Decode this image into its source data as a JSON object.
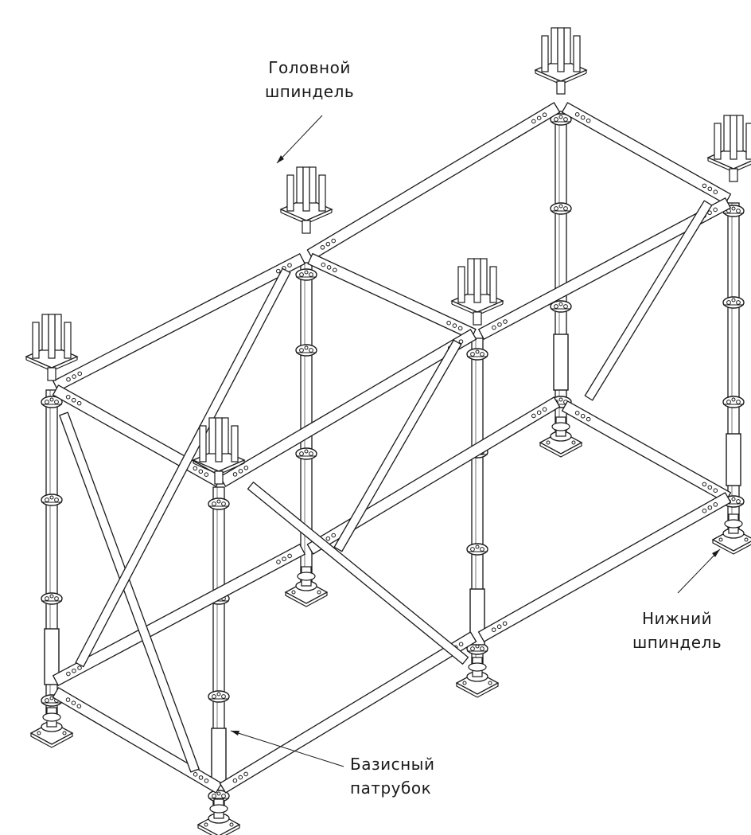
{
  "labels": {
    "head_spindle": {
      "line1": "Головной",
      "line2": "шпиндель"
    },
    "bottom_spindle": {
      "line1": "Нижний",
      "line2": "шпиндель"
    },
    "base_tube": {
      "line1": "Базисный",
      "line2": "патрубок"
    }
  },
  "colors": {
    "ink": "#1a1a1a",
    "paper": "#ffffff"
  }
}
